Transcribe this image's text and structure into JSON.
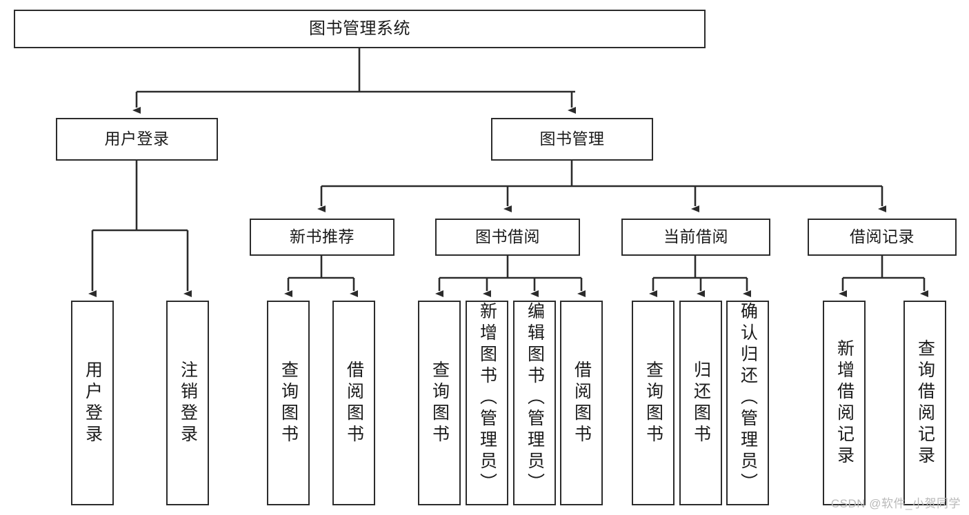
{
  "diagram": {
    "title": "图书管理系统",
    "type": "tree-hierarchy-chart",
    "watermark": "CSDN @软件_小贺同学",
    "colors": {
      "line": "#2b2b2b",
      "box_border": "#2b2b2b",
      "box_fill": "#ffffff",
      "background": "#ffffff",
      "watermark": "#b9b9b9"
    },
    "root": {
      "label": "图书管理系统"
    },
    "level2": [
      {
        "label": "用户登录"
      },
      {
        "label": "图书管理"
      }
    ],
    "level3": [
      {
        "label": "新书推荐"
      },
      {
        "label": "图书借阅"
      },
      {
        "label": "当前借阅"
      },
      {
        "label": "借阅记录"
      }
    ],
    "leaves": {
      "user_login": [
        {
          "label": "用户登录"
        },
        {
          "label": "注销登录"
        }
      ],
      "new_book": [
        {
          "label": "查询图书"
        },
        {
          "label": "借阅图书"
        }
      ],
      "book_borrow": [
        {
          "label": "查询图书"
        },
        {
          "label": "新增图书（管理员）"
        },
        {
          "label": "编辑图书（管理员）"
        },
        {
          "label": "借阅图书"
        }
      ],
      "current_borrow": [
        {
          "label": "查询图书"
        },
        {
          "label": "归还图书"
        },
        {
          "label": "确认归还（管理员）"
        }
      ],
      "borrow_record": [
        {
          "label": "新增借阅记录"
        },
        {
          "label": "查询借阅记录"
        }
      ]
    }
  }
}
